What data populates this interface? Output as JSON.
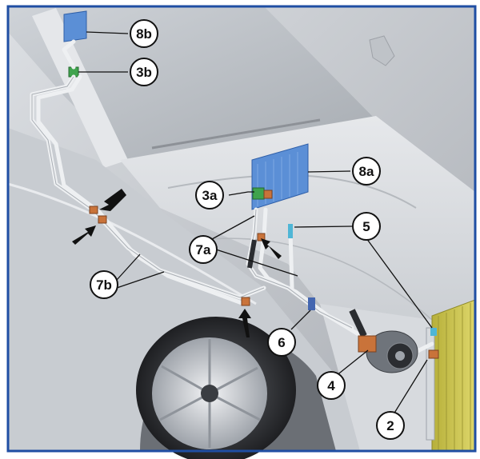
{
  "diagram": {
    "callouts": [
      {
        "id": "c8b",
        "text": "8b"
      },
      {
        "id": "c3b",
        "text": "3b"
      },
      {
        "id": "c8a",
        "text": "8a"
      },
      {
        "id": "c3a",
        "text": "3a"
      },
      {
        "id": "c5",
        "text": "5"
      },
      {
        "id": "c7a",
        "text": "7a"
      },
      {
        "id": "c7b",
        "text": "7b"
      },
      {
        "id": "c6",
        "text": "6"
      },
      {
        "id": "c4",
        "text": "4"
      },
      {
        "id": "c2",
        "text": "2"
      }
    ],
    "colors": {
      "frame": "#1f4ea3",
      "body": "#cfd2d6",
      "evaporator": "#5b8fd6",
      "condenser": "#c9c24a",
      "fitting": "#c9733a",
      "pipe": "#d5d9de",
      "green_valve": "#3fa34d"
    }
  }
}
